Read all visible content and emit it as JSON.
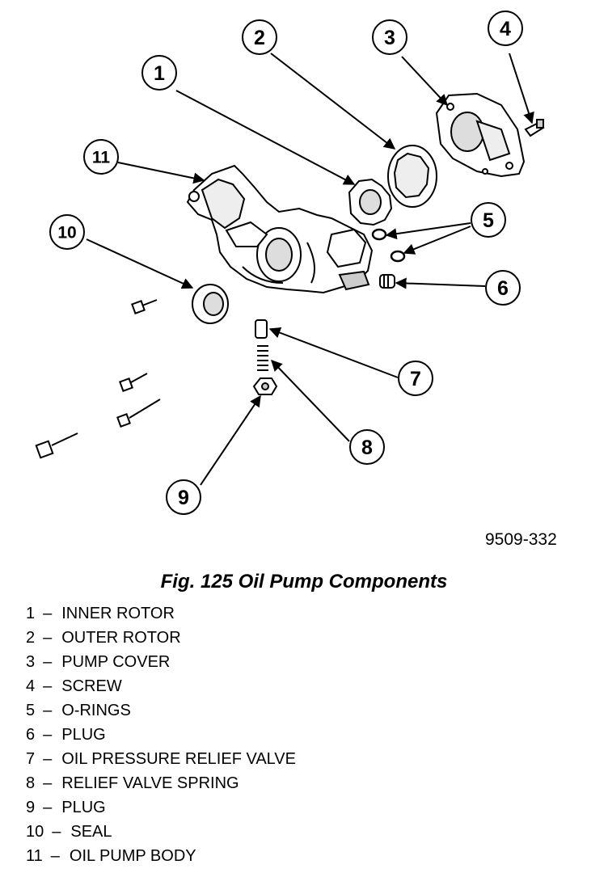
{
  "figure": {
    "id": "9509-332",
    "caption": "Fig. 125 Oil Pump Components"
  },
  "callouts": [
    "1",
    "2",
    "3",
    "4",
    "5",
    "6",
    "7",
    "8",
    "9",
    "10",
    "11"
  ],
  "legend": [
    {
      "num": "1",
      "label": "INNER ROTOR"
    },
    {
      "num": "2",
      "label": "OUTER ROTOR"
    },
    {
      "num": "3",
      "label": "PUMP COVER"
    },
    {
      "num": "4",
      "label": "SCREW"
    },
    {
      "num": "5",
      "label": "O-RINGS"
    },
    {
      "num": "6",
      "label": "PLUG"
    },
    {
      "num": "7",
      "label": "OIL PRESSURE RELIEF VALVE"
    },
    {
      "num": "8",
      "label": "RELIEF VALVE SPRING"
    },
    {
      "num": "9",
      "label": "PLUG"
    },
    {
      "num": "10",
      "label": "SEAL"
    },
    {
      "num": "11",
      "label": "OIL PUMP BODY"
    }
  ]
}
